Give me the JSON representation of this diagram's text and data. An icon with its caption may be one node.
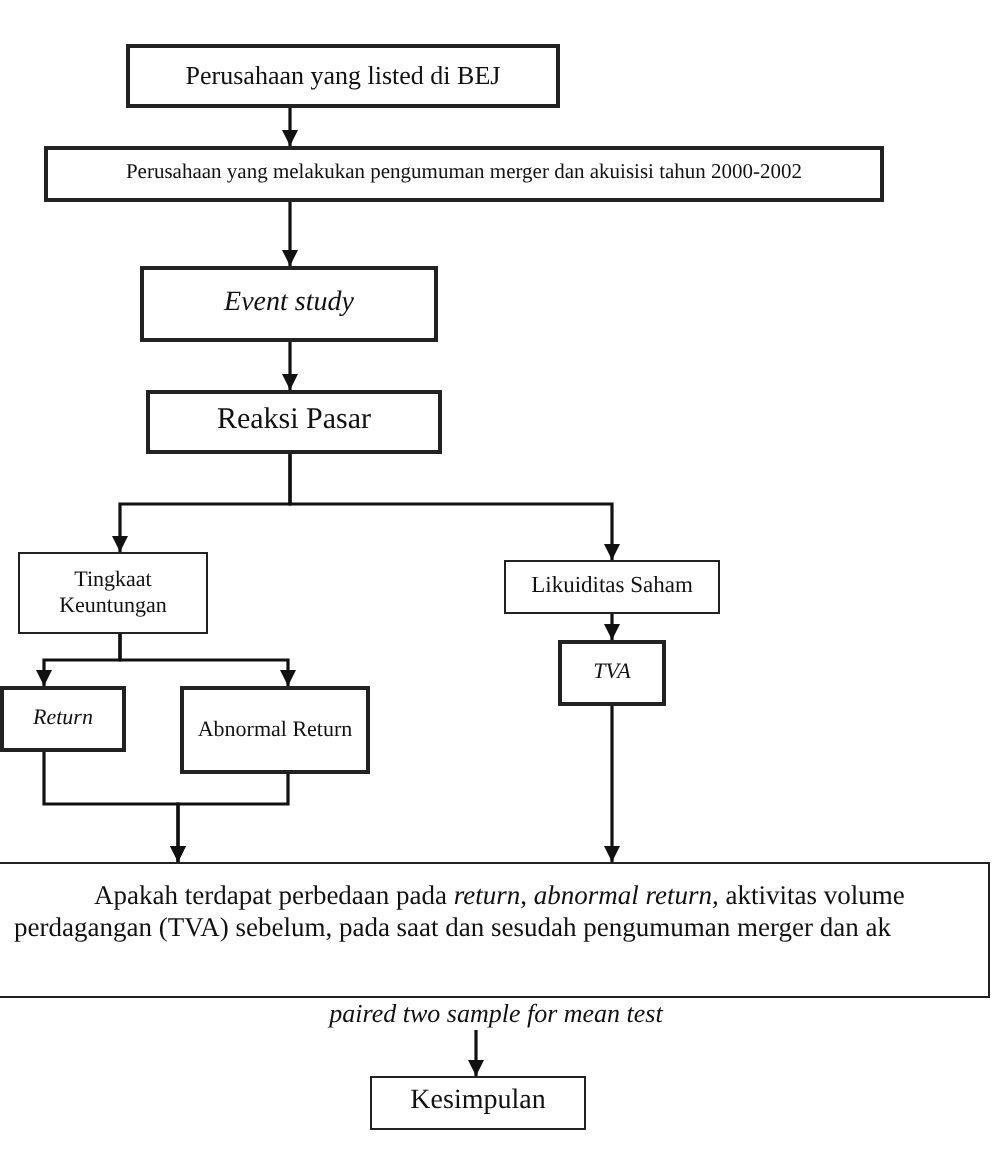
{
  "diagram": {
    "nodes": [
      {
        "text": [
          "Perusahaan yang listed di BEJ"
        ]
      },
      {
        "text": [
          "Perusahaan yang melakukan pengumuman merger dan akuisisi tahun 2000-2002"
        ]
      },
      {
        "text": [
          "Event study"
        ]
      },
      {
        "text": [
          "Reaksi Pasar"
        ]
      },
      {
        "text": [
          "Tingkaat Keuntungan"
        ]
      },
      {
        "text": [
          "Likuiditas Saham"
        ]
      },
      {
        "text": [
          "Return"
        ]
      },
      {
        "text": [
          "Abnormal Return"
        ]
      },
      {
        "text": [
          "TVA"
        ]
      },
      {
        "text": [
          "Apakah terdapat perbedaan pada *return*, *abnormal return,* aktivitas volume perdagangan (TVA) sebelum, pada saat dan sesudah pengumuman merger dan ak"
        ]
      },
      {
        "text": [
          "Kesimpulan"
        ]
      }
    ],
    "edges": [
      {
        "from": 0,
        "to": 1,
        "arrow": "to"
      },
      {
        "from": 1,
        "to": 2,
        "arrow": "to"
      },
      {
        "from": 2,
        "to": 3,
        "arrow": "to"
      },
      {
        "from": 3,
        "to": 4,
        "arrow": "to"
      },
      {
        "from": 3,
        "to": 5,
        "arrow": "to"
      },
      {
        "from": 4,
        "to": 6,
        "arrow": "to"
      },
      {
        "from": 4,
        "to": 7,
        "arrow": "to"
      },
      {
        "from": 5,
        "to": 8,
        "arrow": "to"
      },
      {
        "from": 6,
        "to": 9,
        "arrow": "to"
      },
      {
        "from": 7,
        "to": 9,
        "arrow": "to"
      },
      {
        "from": 8,
        "to": 9,
        "arrow": "to"
      },
      {
        "from": 9,
        "to": 10,
        "arrow": "to",
        "label": "paired two sample for mean test"
      }
    ]
  }
}
